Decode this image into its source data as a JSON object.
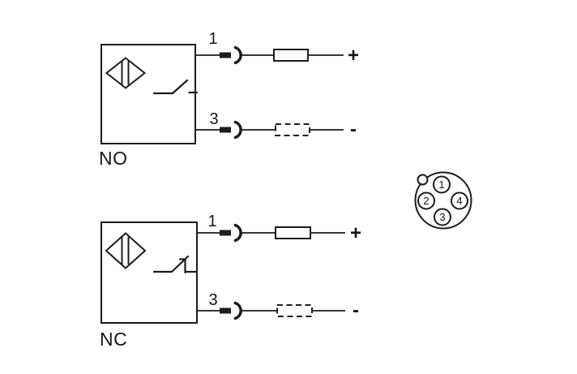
{
  "colors": {
    "line": "#1c1c1c",
    "background": "#ffffff"
  },
  "diagrams": [
    {
      "label": "NO",
      "pins": [
        {
          "number": "1",
          "terminal": "+"
        },
        {
          "number": "3",
          "terminal": "-"
        }
      ]
    },
    {
      "label": "NC",
      "pins": [
        {
          "number": "1",
          "terminal": "+"
        },
        {
          "number": "3",
          "terminal": "-"
        }
      ]
    }
  ],
  "connector": {
    "pin_labels": [
      "1",
      "2",
      "3",
      "4"
    ]
  }
}
